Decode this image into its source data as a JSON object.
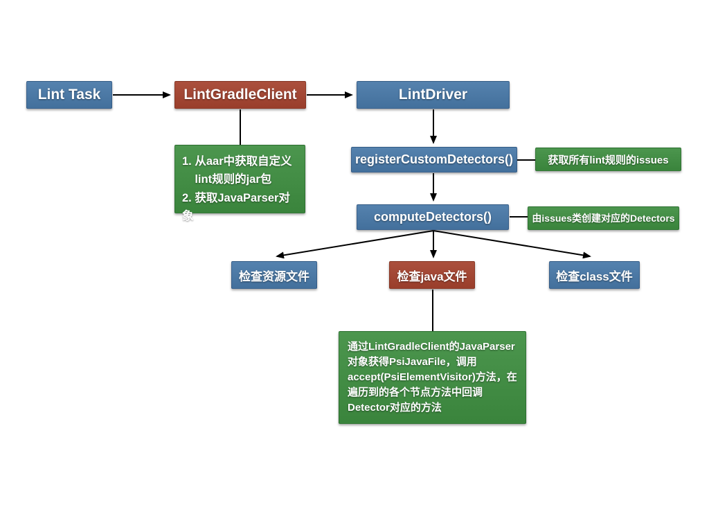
{
  "colors": {
    "blue": "#4878a8",
    "red": "#a5432e",
    "green": "#3e8e41",
    "arrow": "#000000",
    "text": "#ffffff",
    "background": "#ffffff"
  },
  "nodes": {
    "lint_task": "Lint Task",
    "lint_gradle_client": "LintGradleClient",
    "lint_driver": "LintDriver",
    "register_custom_detectors": "registerCustomDetectors()",
    "compute_detectors": "computeDetectors()",
    "check_resource_files": "检查资源文件",
    "check_java_files": "检查java文件",
    "check_class_files": "检查class文件"
  },
  "notes": {
    "gradle_client_note": [
      "1. 从aar中获取自定义",
      "    lint规则的jar包",
      "2. 获取JavaParser对象"
    ],
    "register_note": "获取所有lint规则的issues",
    "compute_note": "由issues类创建对应的Detectors",
    "java_check_note": [
      "通过LintGradleClient的JavaParser",
      "对象获得PsiJavaFile，调用",
      "accept(PsiElementVisitor)方法，在",
      "遍历到的各个节点方法中回调",
      "Detector对应的方法"
    ]
  }
}
